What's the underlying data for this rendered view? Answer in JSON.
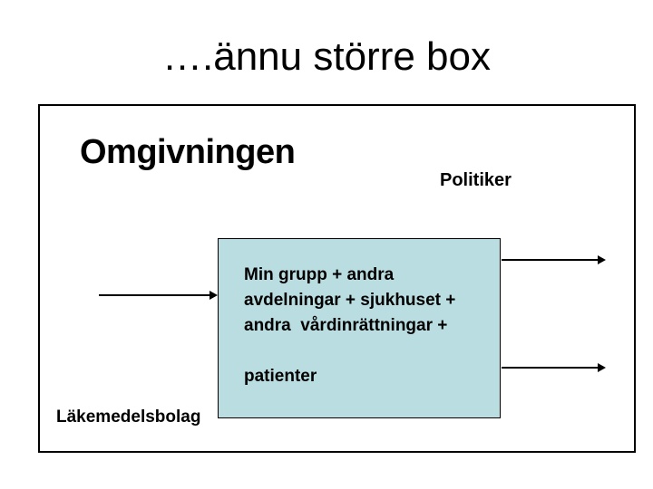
{
  "slide": {
    "title": "….ännu större box",
    "outer_box": {
      "heading": "Omgivningen",
      "politiker_label": "Politiker",
      "lakemedelsbolag_label": "Läkemedelsbolag"
    },
    "inner_box": {
      "lines": [
        "Min grupp + andra",
        "avdelningar + sjukhuset +",
        "andra  vårdinrättningar +",
        "patienter"
      ]
    },
    "colors": {
      "inner_box_fill": "#b9dde1",
      "line_color": "#000000",
      "background": "#ffffff"
    }
  }
}
